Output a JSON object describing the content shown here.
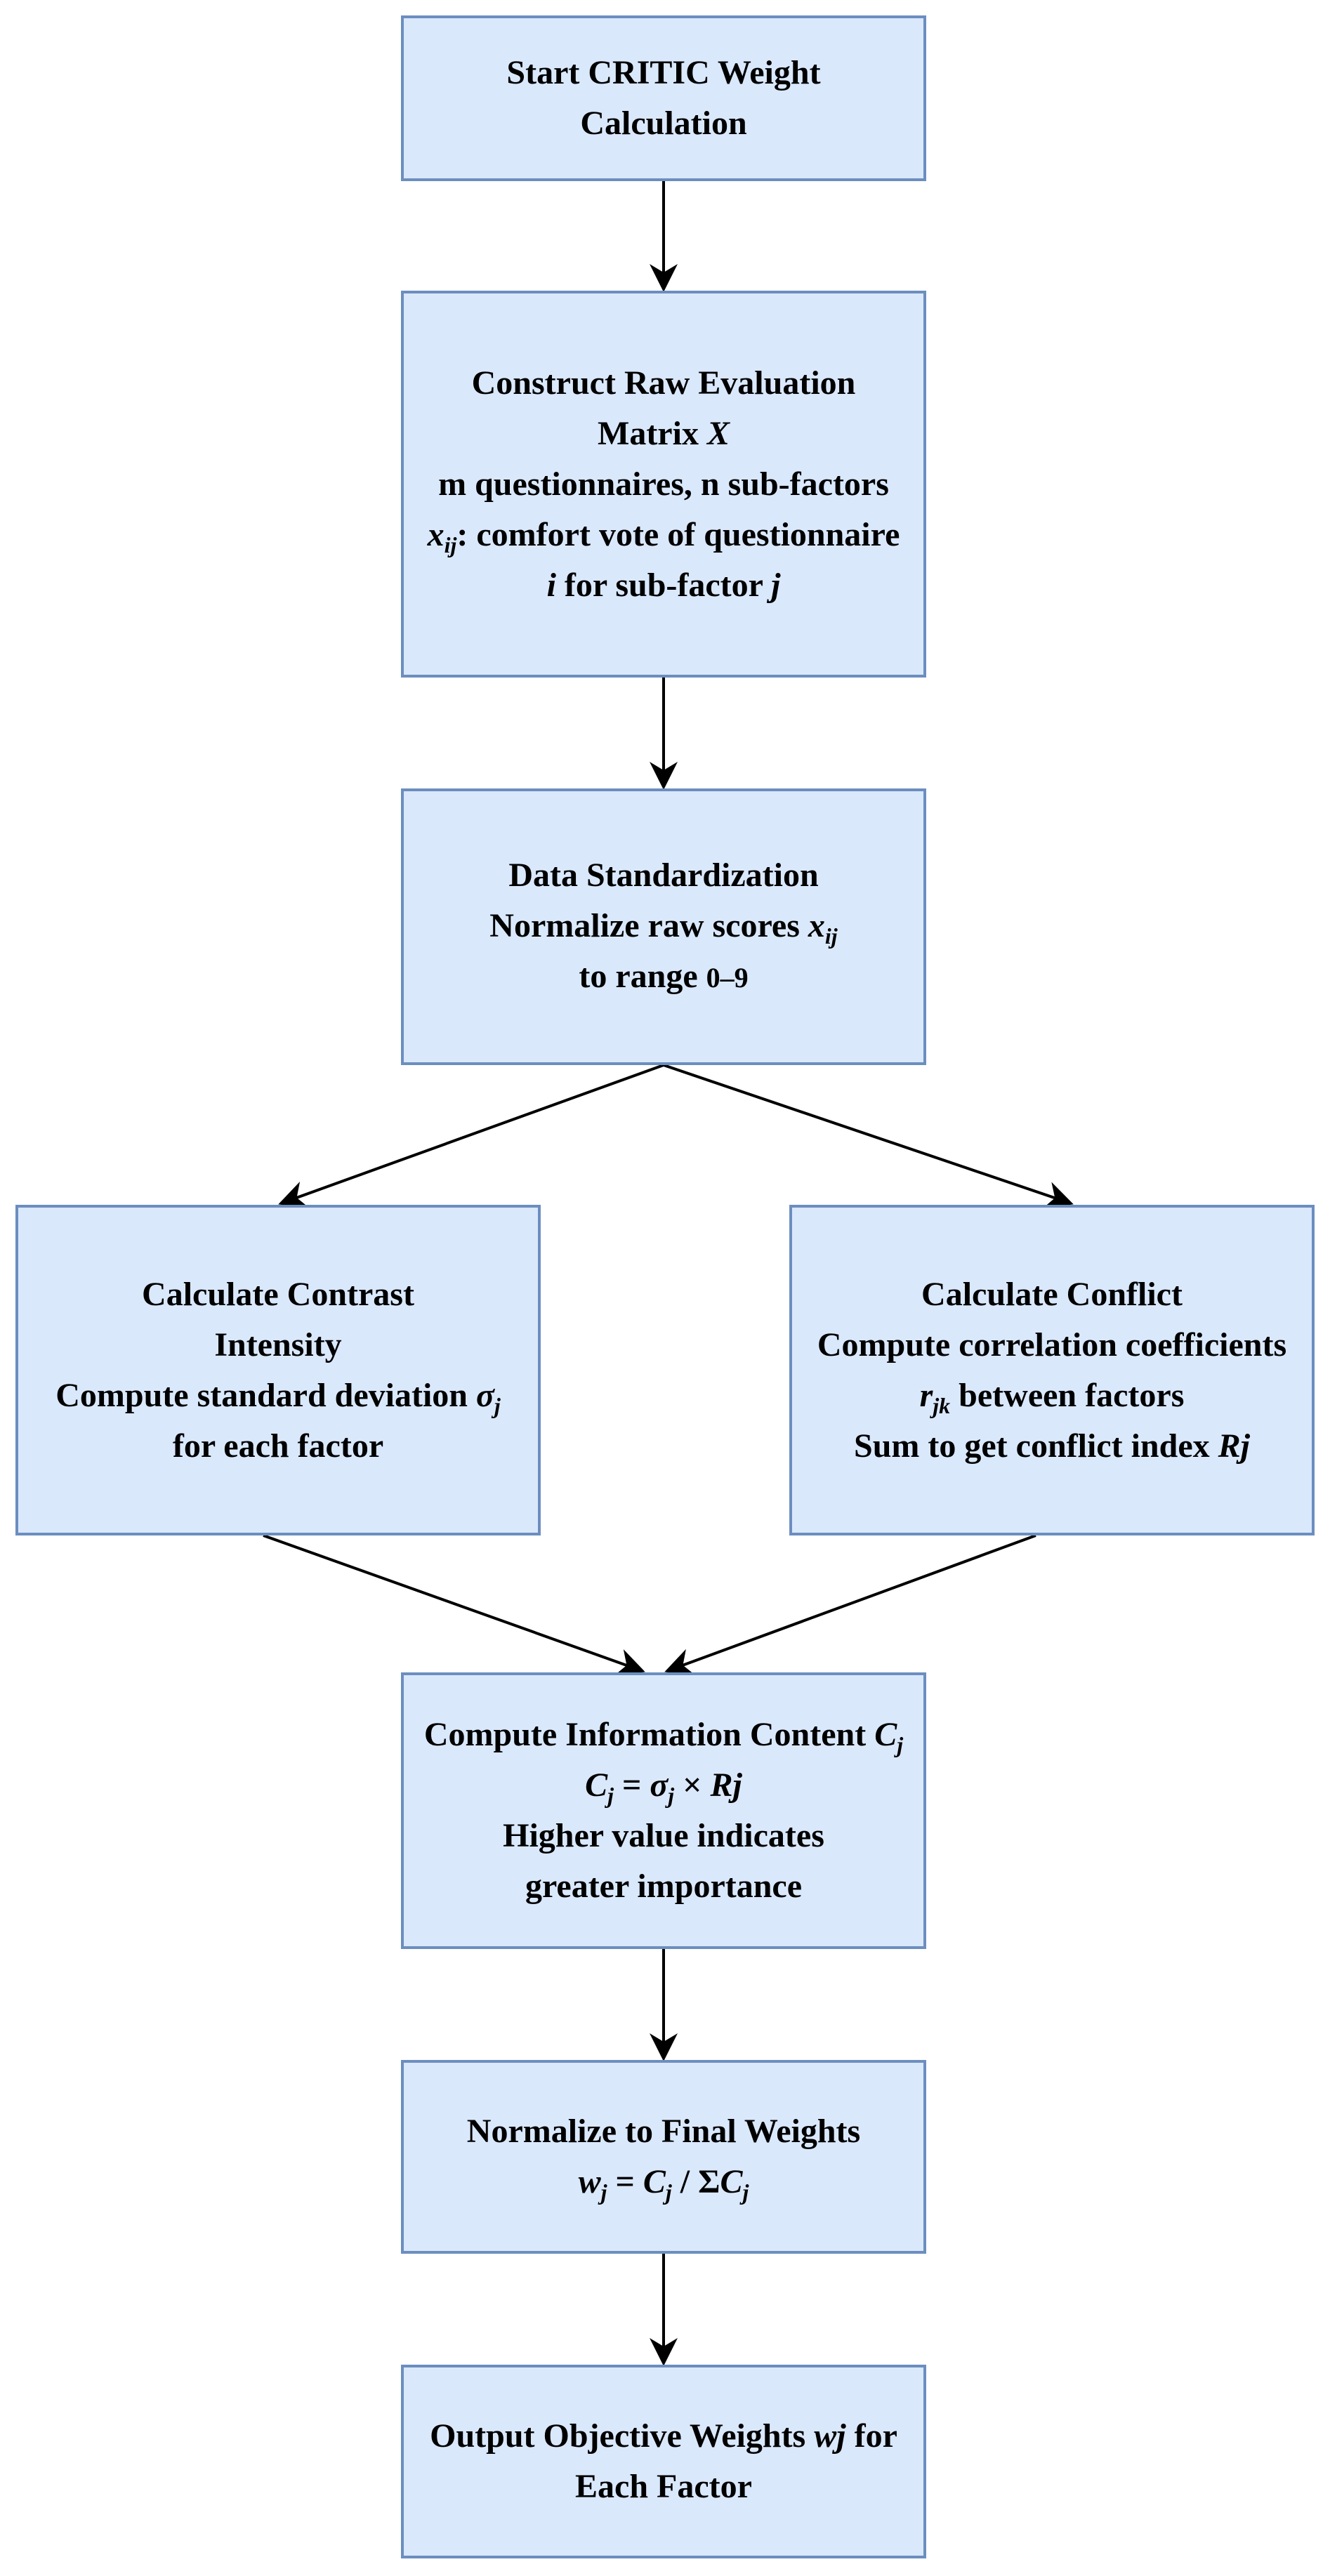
{
  "diagram": {
    "start": {
      "line1": "Start CRITIC Weight",
      "line2": "Calculation"
    },
    "construct": {
      "line1": "Construct Raw  Evaluation",
      "line2_text": "Matrix ",
      "line2_var": "X",
      "line3": "m questionnaires, n sub-factors",
      "line4_var": "x",
      "line4_sub": "ij",
      "line4_text": ": comfort vote of questionnaire",
      "line5_var1": "i",
      "line5_text": " for sub-factor ",
      "line5_var2": "j"
    },
    "standardize": {
      "line1": "Data Standardization",
      "line2_text": "Normalize raw scores ",
      "line2_var": "x",
      "line2_sub": "ij",
      "line3_text": "to range ",
      "line3_range": "0–9"
    },
    "contrast": {
      "line1": "Calculate Contrast",
      "line2": "Intensity",
      "line3_text": "Compute standard deviation ",
      "line3_var": "σ",
      "line3_sub": "j",
      "line4": "for each factor"
    },
    "conflict": {
      "line1": "Calculate Conflict",
      "line2": "Compute correlation coefficients",
      "line3_var": "r",
      "line3_sub": "jk",
      "line3_text": " between factors",
      "line4_text": "Sum to get conflict index ",
      "line4_var": "Rj"
    },
    "information": {
      "line1_text": "Compute Information Content ",
      "line1_var": "C",
      "line1_sub": "j",
      "eq_c": "C",
      "eq_c_sub": "j",
      "eq_mid": " = ",
      "eq_sigma": "σ",
      "eq_sigma_sub": "j",
      "eq_times": " × ",
      "eq_r": "Rj",
      "line3": "Higher value indicates",
      "line4": "greater importance"
    },
    "normalize": {
      "line1": "Normalize to Final Weights",
      "eq_w": "w",
      "eq_w_sub": "j",
      "eq_mid": " = ",
      "eq_c": "C",
      "eq_c_sub": "j",
      "eq_div": " / Σ",
      "eq_c2": "C",
      "eq_c2_sub": "j"
    },
    "output": {
      "line1_text": "Output Objective Weights ",
      "line1_var": "wj",
      "line1_tail": " for",
      "line2": "Each Factor"
    }
  },
  "colors": {
    "node_fill": "#dae8fc",
    "node_border": "#6c8ebf",
    "arrow": "#000000"
  }
}
